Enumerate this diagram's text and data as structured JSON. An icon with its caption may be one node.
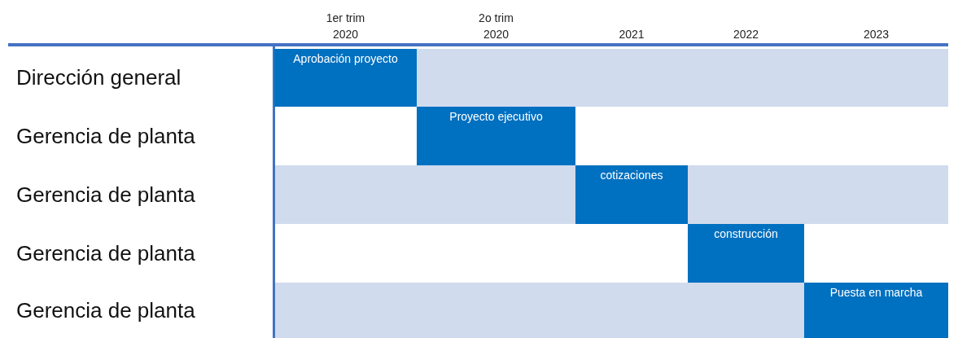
{
  "diagram": {
    "nodes": [
      {
        "text": [
          "Aprobación proyecto"
        ]
      },
      {
        "text": [
          "Proyecto ejecutivo"
        ]
      },
      {
        "text": [
          "cotizaciones"
        ]
      },
      {
        "text": [
          "construcción"
        ]
      },
      {
        "text": [
          "Puesta en marcha"
        ]
      }
    ],
    "labels": [
      "1er trim 2020",
      "2o trim 2020",
      "2021",
      "2022",
      "2023",
      "Dirección general",
      "Gerencia de planta",
      "Gerencia de planta",
      "Gerencia de planta",
      "Gerencia de planta"
    ]
  }
}
